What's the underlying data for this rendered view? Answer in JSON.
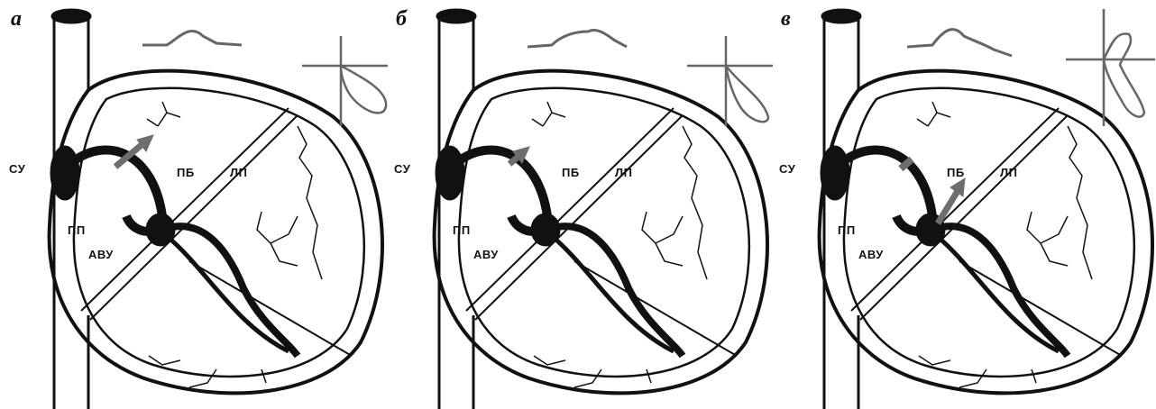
{
  "panels": [
    {
      "letter": "а",
      "labels": {
        "su": "СУ",
        "pp": "ПП",
        "avu": "АВУ",
        "pb": "ПБ",
        "lp": "ЛП"
      }
    },
    {
      "letter": "б",
      "labels": {
        "su": "СУ",
        "pp": "ПП",
        "avu": "АВУ",
        "pb": "ПБ",
        "lp": "ЛП"
      }
    },
    {
      "letter": "в",
      "labels": {
        "su": "СУ",
        "pp": "ПП",
        "avu": "АВУ",
        "pb": "ПБ",
        "lp": "ЛП"
      }
    }
  ],
  "colors": {
    "line": "#111111",
    "waveform": "#666666",
    "arrow": "#6e6e6e",
    "background": "#ffffff"
  }
}
